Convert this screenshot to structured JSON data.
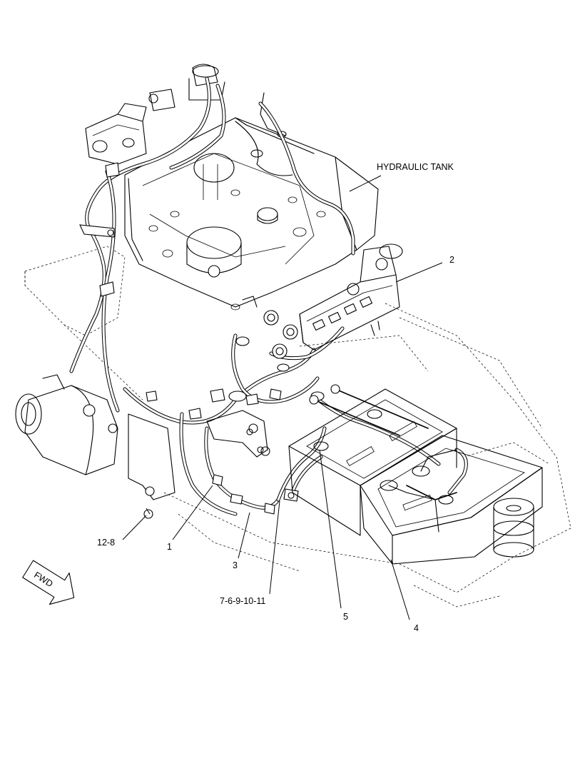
{
  "callouts": {
    "hydraulic_tank": "HYDRAULIC TANK",
    "c2": "2",
    "c12_8": "12-8",
    "c1": "1",
    "c3": "3",
    "c7_11": "7-6-9-10-11",
    "c5": "5",
    "c4": "4"
  },
  "direction_arrow": {
    "label": "FWD"
  },
  "icons": [
    "fwd-arrow-icon"
  ]
}
